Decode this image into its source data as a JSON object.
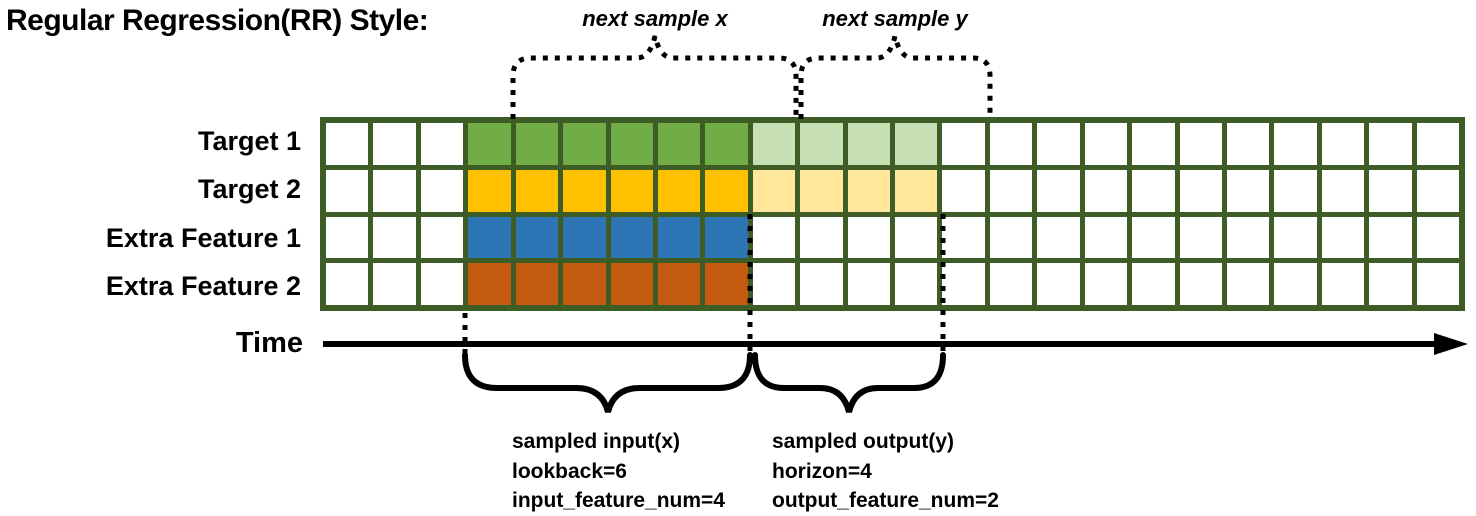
{
  "title": "Regular Regression(RR) Style:",
  "annotations": {
    "next_sample_x": "next sample x",
    "next_sample_y": "next sample y",
    "time_label": "Time",
    "input_block": {
      "line1": "sampled input(x)",
      "line2": "lookback=6",
      "line3": "input_feature_num=4"
    },
    "output_block": {
      "line1": "sampled output(y)",
      "line2": "horizon=4",
      "line3": "output_feature_num=2"
    }
  },
  "colors": {
    "grid_border": "#3e5c26",
    "empty_cell": "#ffffff",
    "annotation_text": "#000000",
    "target1_input": "#70ad47",
    "target1_output": "#c6e0b4",
    "target2_input": "#ffc000",
    "target2_output": "#ffe699",
    "extra_feature1_input": "#2e75b6",
    "extra_feature2_input": "#c55a11"
  },
  "grid": {
    "total_columns": 24,
    "total_rows": 4,
    "input_start_column": 3,
    "lookback": 6,
    "horizon": 4,
    "rows": [
      {
        "label": "Target 1",
        "input_color": "#70ad47",
        "output_color": "#c6e0b4",
        "has_output": true
      },
      {
        "label": "Target 2",
        "input_color": "#ffc000",
        "output_color": "#ffe699",
        "has_output": true
      },
      {
        "label": "Extra Feature 1",
        "input_color": "#2e75b6",
        "output_color": null,
        "has_output": false
      },
      {
        "label": "Extra Feature 2",
        "input_color": "#c55a11",
        "output_color": null,
        "has_output": false
      }
    ]
  }
}
